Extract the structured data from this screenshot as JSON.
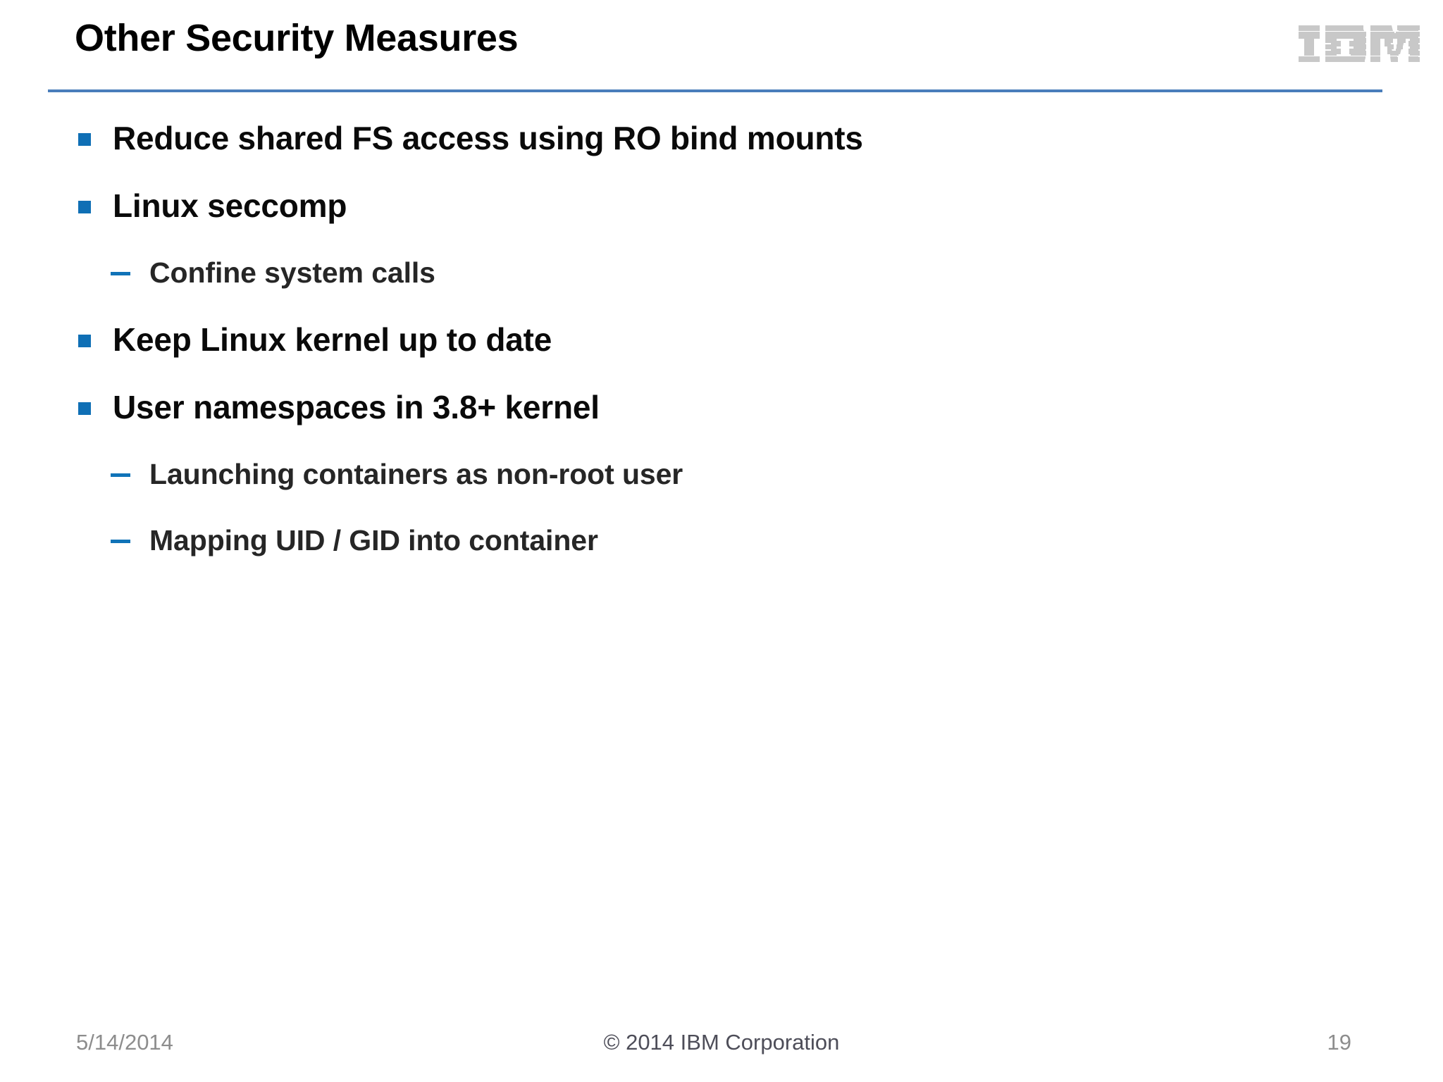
{
  "slide": {
    "title": "Other Security Measures",
    "accent_color": "#4a7ebb",
    "bullet_color": "#0f6fb5",
    "dash_color": "#1073b8",
    "background": "#ffffff"
  },
  "logo": {
    "name": "ibm-logo",
    "text": "IBM",
    "color": "#c8c8c8"
  },
  "content": {
    "bullets": [
      {
        "level": 1,
        "text": "Reduce shared FS access using RO bind mounts"
      },
      {
        "level": 1,
        "text": "Linux seccomp"
      },
      {
        "level": 2,
        "text": "Confine system calls"
      },
      {
        "level": 1,
        "text": "Keep Linux kernel up to date"
      },
      {
        "level": 1,
        "text": "User namespaces in 3.8+ kernel"
      },
      {
        "level": 2,
        "text": "Launching containers as non-root user"
      },
      {
        "level": 2,
        "text": "Mapping UID / GID into container"
      }
    ]
  },
  "footer": {
    "date": "5/14/2014",
    "copyright": "© 2014 IBM Corporation",
    "page_number": "19"
  }
}
